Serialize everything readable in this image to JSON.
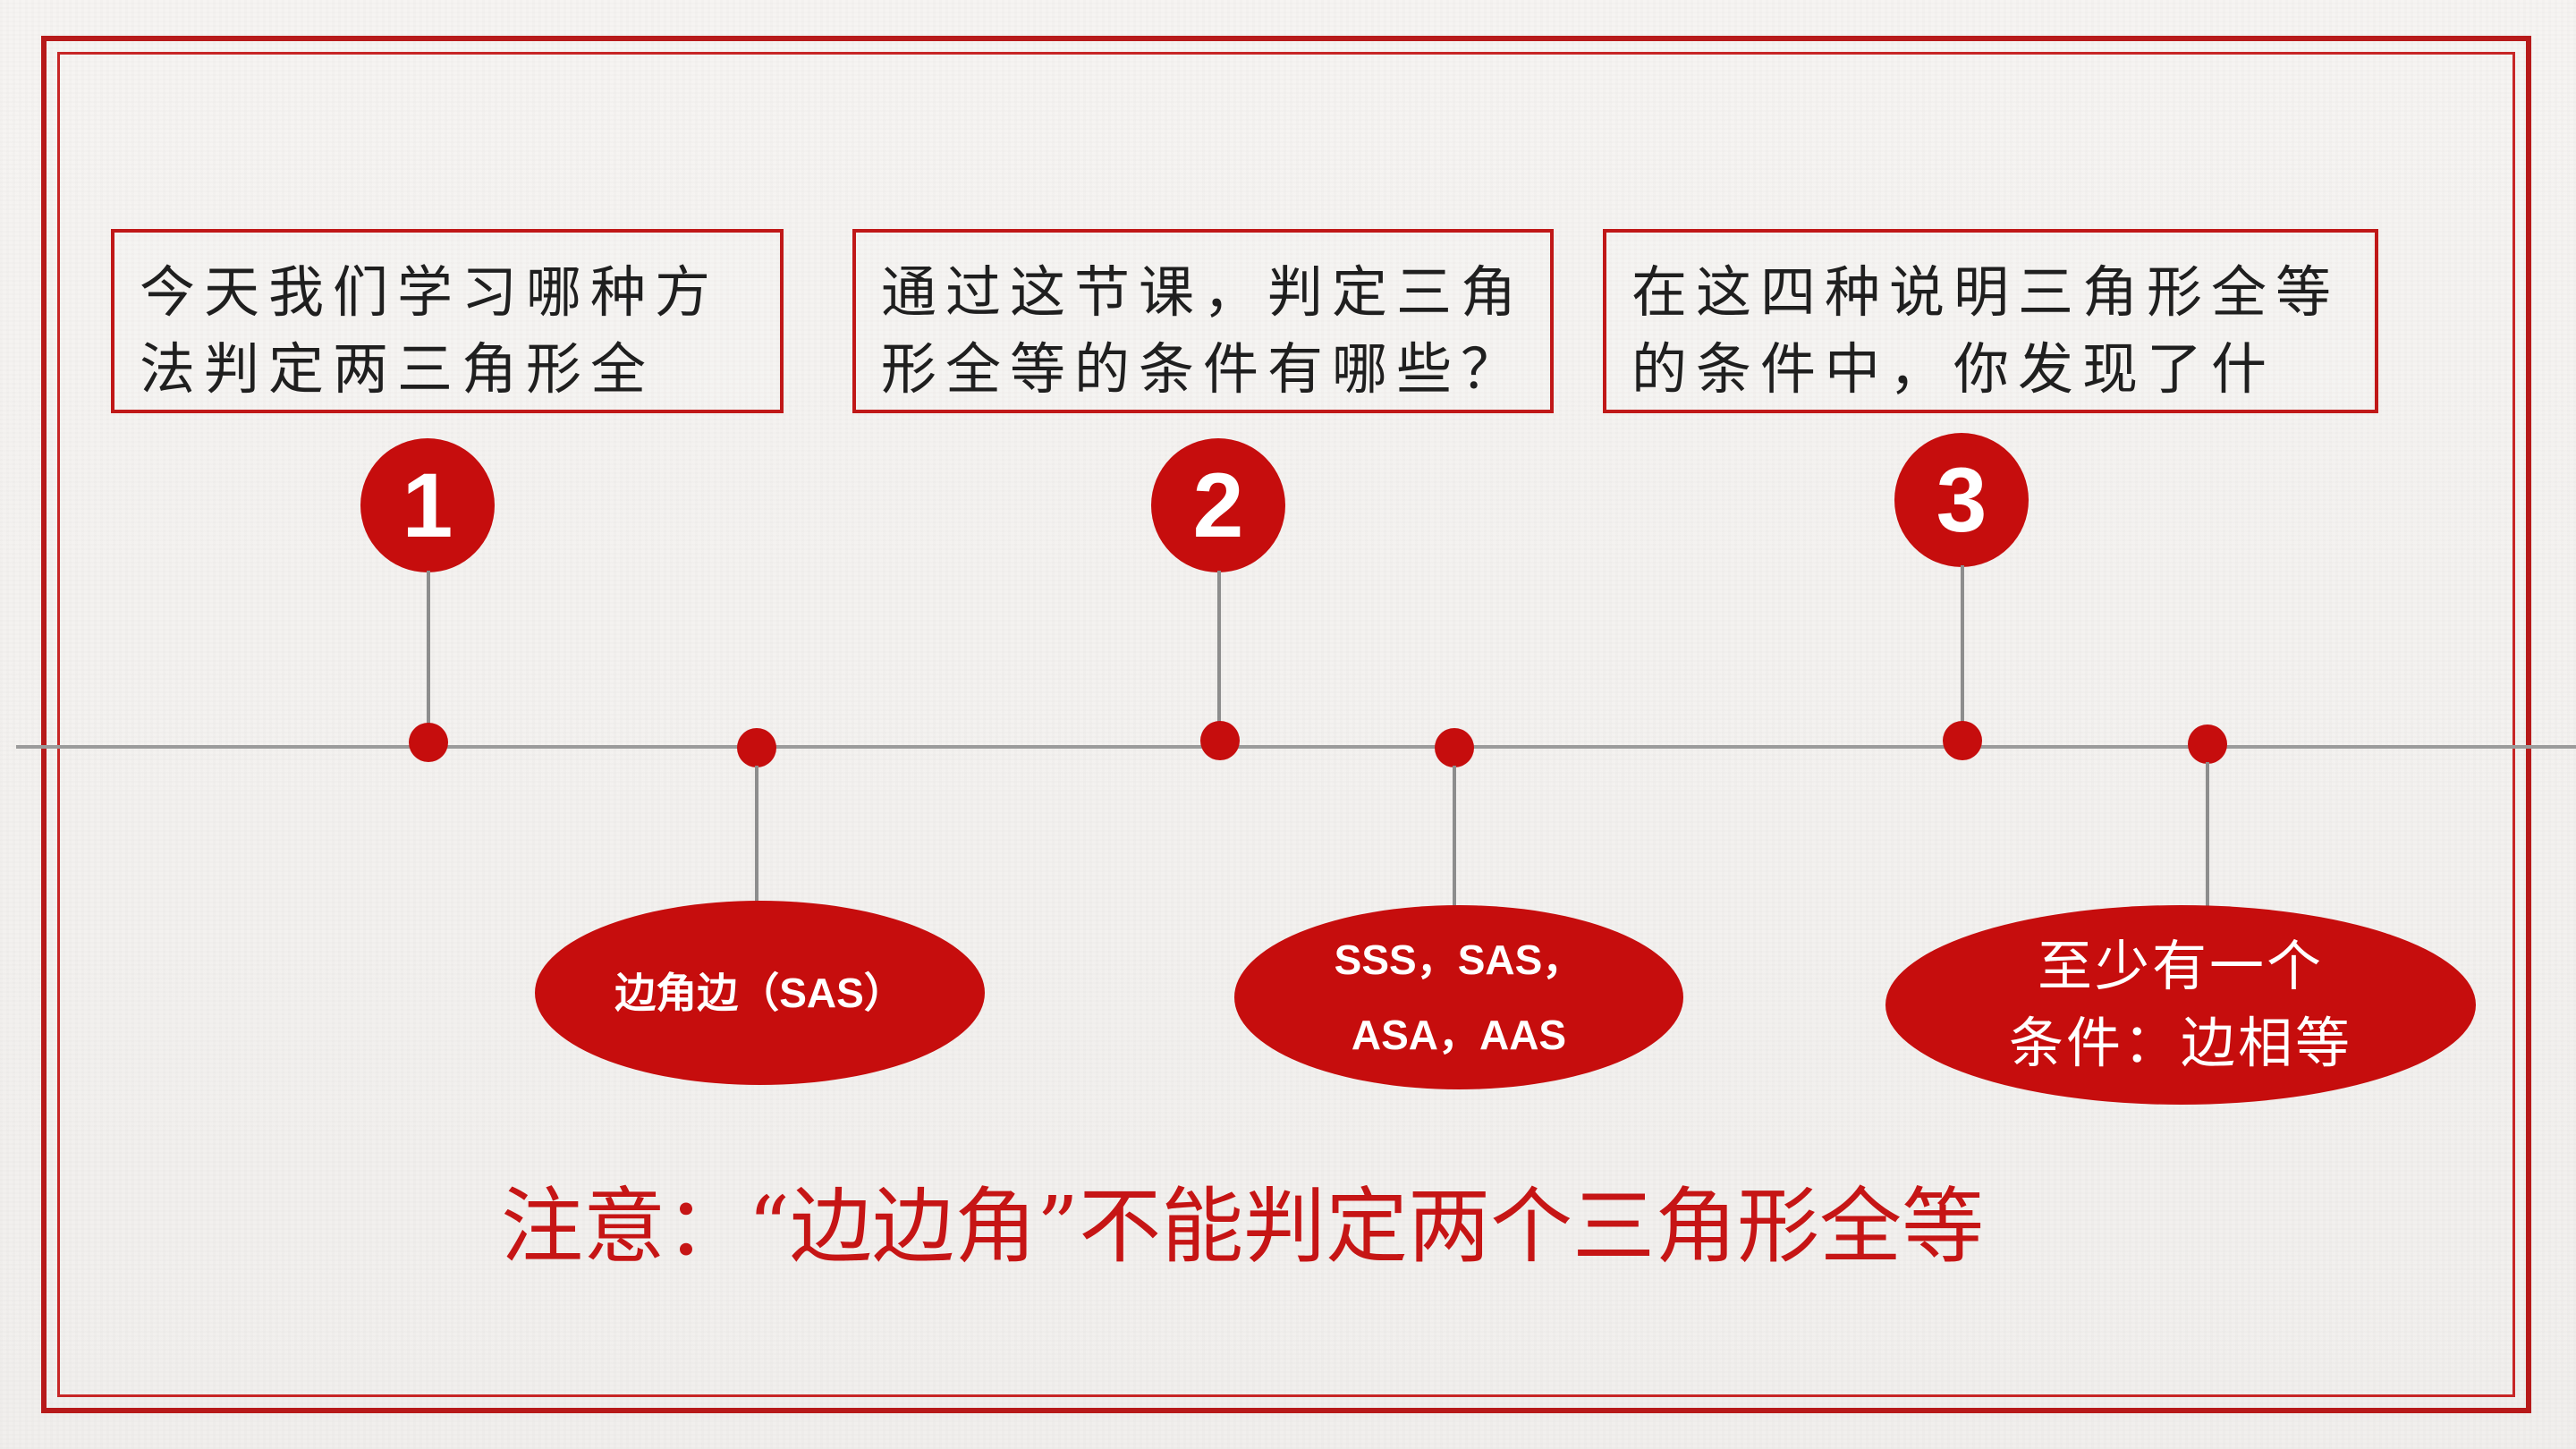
{
  "slide": {
    "questions": [
      {
        "text": "今天我们学习哪种方\n法判定两三角形全等？"
      },
      {
        "text": "通过这节课，判定三角\n形全等的条件有哪些？"
      },
      {
        "text": "在这四种说明三角形全等\n的条件中，你发现了什么？"
      }
    ],
    "steps": [
      {
        "number": "1"
      },
      {
        "number": "2"
      },
      {
        "number": "3"
      }
    ],
    "answers": [
      {
        "text": "边角边（SAS）"
      },
      {
        "text": "SSS，SAS，\nASA，AAS"
      },
      {
        "text": "至少有一个\n条件：边相等"
      }
    ],
    "notice": "注意：“边边角”不能判定两个三角形全等"
  },
  "colors": {
    "accent": "#c60d0d",
    "frame": "#b71a1a",
    "line": "#9b9b9b",
    "text": "#1f1f1f",
    "background": "#f4f2f0"
  }
}
